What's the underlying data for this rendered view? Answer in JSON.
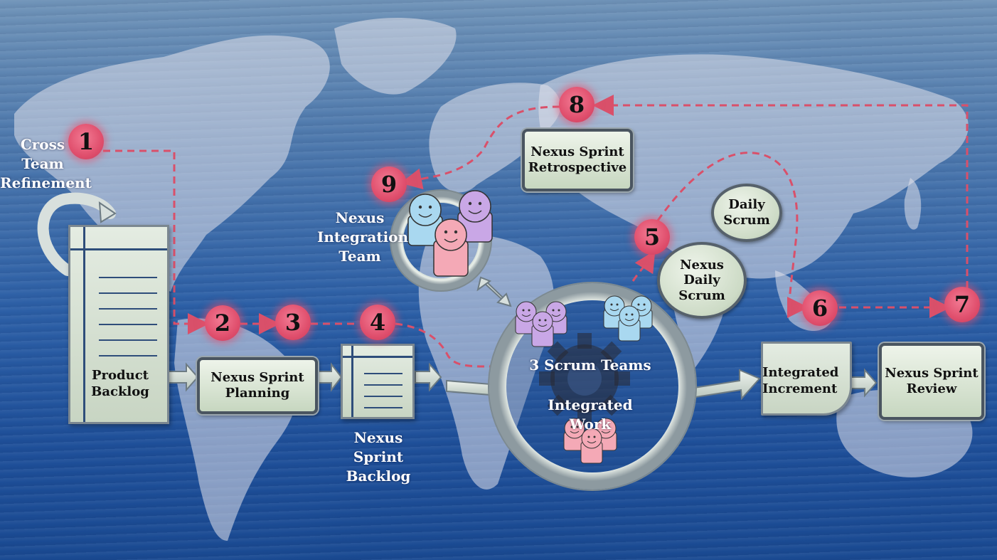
{
  "steps": {
    "s1": "1",
    "s2": "2",
    "s3": "3",
    "s4": "4",
    "s5": "5",
    "s6": "6",
    "s7": "7",
    "s8": "8",
    "s9": "9"
  },
  "labels": {
    "cross_team_refinement": "Cross Team Refinement",
    "product_backlog": "Product Backlog",
    "nexus_sprint_planning": "Nexus Sprint Planning",
    "nexus_sprint_backlog": "Nexus Sprint Backlog",
    "nexus_integration_team": "Nexus Integration Team",
    "nexus_sprint_retrospective": "Nexus Sprint Retrospective",
    "daily_scrum": "Daily Scrum",
    "nexus_daily_scrum": "Nexus Daily Scrum",
    "three_scrum_teams": "3 Scrum Teams",
    "integrated_work": "Integrated Work",
    "integrated_increment": "Integrated Increment",
    "nexus_sprint_review": "Nexus Sprint Review"
  },
  "colors": {
    "badge": "#e04f6d",
    "dashed_path": "#d9506a",
    "box_fill": "#d6e3d0",
    "team_blue": "#a9d8f0",
    "team_purple": "#c9a7e6",
    "team_pink": "#f4a9b6"
  },
  "icons": {
    "team": "people-group-icon",
    "gear": "gear-icon",
    "loop": "circular-arrow-icon"
  }
}
